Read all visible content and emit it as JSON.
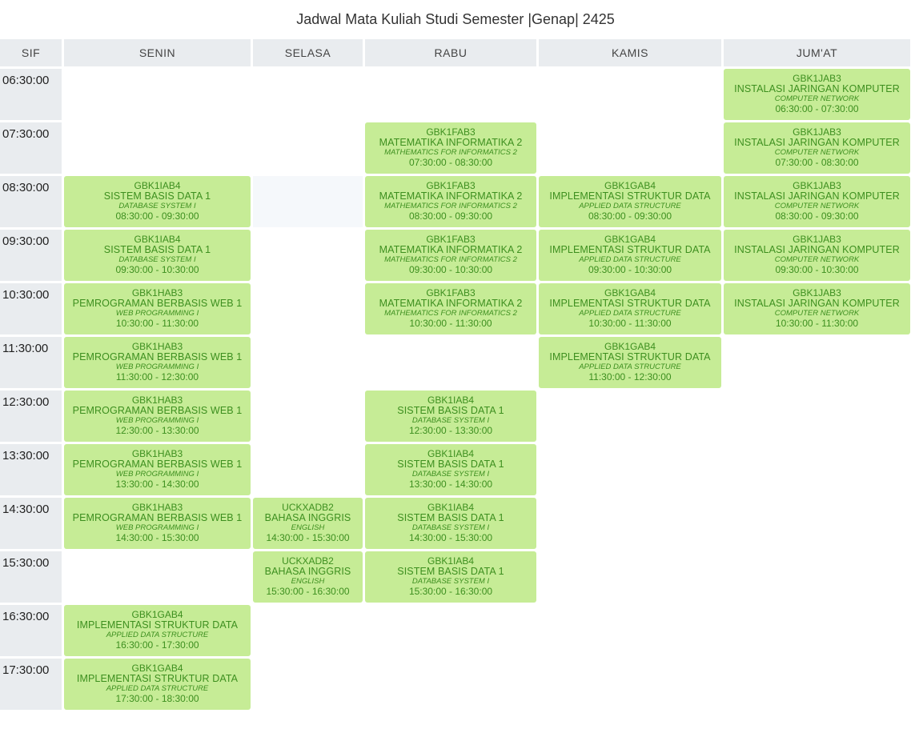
{
  "title": "Jadwal Mata Kuliah Studi Semester |Genap| 2425",
  "headers": [
    "SIF",
    "SENIN",
    "SELASA",
    "RABU",
    "KAMIS",
    "JUM'AT"
  ],
  "rows": [
    {
      "time": "06:30:00",
      "cells": [
        null,
        null,
        null,
        null,
        {
          "code": "GBK1JAB3",
          "name": "INSTALASI JARINGAN KOMPUTER",
          "en": "COMPUTER NETWORK",
          "time": "06:30:00 - 07:30:00"
        }
      ]
    },
    {
      "time": "07:30:00",
      "cells": [
        null,
        null,
        {
          "code": "GBK1FAB3",
          "name": "MATEMATIKA INFORMATIKA 2",
          "en": "MATHEMATICS FOR INFORMATICS 2",
          "time": "07:30:00 - 08:30:00"
        },
        null,
        {
          "code": "GBK1JAB3",
          "name": "INSTALASI JARINGAN KOMPUTER",
          "en": "COMPUTER NETWORK",
          "time": "07:30:00 - 08:30:00"
        }
      ]
    },
    {
      "time": "08:30:00",
      "cells": [
        {
          "code": "GBK1IAB4",
          "name": "SISTEM BASIS DATA 1",
          "en": "DATABASE SYSTEM I",
          "time": "08:30:00 - 09:30:00"
        },
        null,
        {
          "code": "GBK1FAB3",
          "name": "MATEMATIKA INFORMATIKA 2",
          "en": "MATHEMATICS FOR INFORMATICS 2",
          "time": "08:30:00 - 09:30:00"
        },
        {
          "code": "GBK1GAB4",
          "name": "IMPLEMENTASI STRUKTUR DATA",
          "en": "APPLIED DATA STRUCTURE",
          "time": "08:30:00 - 09:30:00"
        },
        {
          "code": "GBK1JAB3",
          "name": "INSTALASI JARINGAN KOMPUTER",
          "en": "COMPUTER NETWORK",
          "time": "08:30:00 - 09:30:00"
        }
      ]
    },
    {
      "time": "09:30:00",
      "cells": [
        {
          "code": "GBK1IAB4",
          "name": "SISTEM BASIS DATA 1",
          "en": "DATABASE SYSTEM I",
          "time": "09:30:00 - 10:30:00"
        },
        null,
        {
          "code": "GBK1FAB3",
          "name": "MATEMATIKA INFORMATIKA 2",
          "en": "MATHEMATICS FOR INFORMATICS 2",
          "time": "09:30:00 - 10:30:00"
        },
        {
          "code": "GBK1GAB4",
          "name": "IMPLEMENTASI STRUKTUR DATA",
          "en": "APPLIED DATA STRUCTURE",
          "time": "09:30:00 - 10:30:00"
        },
        {
          "code": "GBK1JAB3",
          "name": "INSTALASI JARINGAN KOMPUTER",
          "en": "COMPUTER NETWORK",
          "time": "09:30:00 - 10:30:00"
        }
      ]
    },
    {
      "time": "10:30:00",
      "cells": [
        {
          "code": "GBK1HAB3",
          "name": "PEMROGRAMAN BERBASIS WEB 1",
          "en": "WEB PROGRAMMING I",
          "time": "10:30:00 - 11:30:00"
        },
        null,
        {
          "code": "GBK1FAB3",
          "name": "MATEMATIKA INFORMATIKA 2",
          "en": "MATHEMATICS FOR INFORMATICS 2",
          "time": "10:30:00 - 11:30:00"
        },
        {
          "code": "GBK1GAB4",
          "name": "IMPLEMENTASI STRUKTUR DATA",
          "en": "APPLIED DATA STRUCTURE",
          "time": "10:30:00 - 11:30:00"
        },
        {
          "code": "GBK1JAB3",
          "name": "INSTALASI JARINGAN KOMPUTER",
          "en": "COMPUTER NETWORK",
          "time": "10:30:00 - 11:30:00"
        }
      ]
    },
    {
      "time": "11:30:00",
      "cells": [
        {
          "code": "GBK1HAB3",
          "name": "PEMROGRAMAN BERBASIS WEB 1",
          "en": "WEB PROGRAMMING I",
          "time": "11:30:00 - 12:30:00"
        },
        null,
        null,
        {
          "code": "GBK1GAB4",
          "name": "IMPLEMENTASI STRUKTUR DATA",
          "en": "APPLIED DATA STRUCTURE",
          "time": "11:30:00 - 12:30:00"
        },
        null
      ]
    },
    {
      "time": "12:30:00",
      "cells": [
        {
          "code": "GBK1HAB3",
          "name": "PEMROGRAMAN BERBASIS WEB 1",
          "en": "WEB PROGRAMMING I",
          "time": "12:30:00 - 13:30:00"
        },
        null,
        {
          "code": "GBK1IAB4",
          "name": "SISTEM BASIS DATA 1",
          "en": "DATABASE SYSTEM I",
          "time": "12:30:00 - 13:30:00"
        },
        null,
        null
      ]
    },
    {
      "time": "13:30:00",
      "cells": [
        {
          "code": "GBK1HAB3",
          "name": "PEMROGRAMAN BERBASIS WEB 1",
          "en": "WEB PROGRAMMING I",
          "time": "13:30:00 - 14:30:00"
        },
        null,
        {
          "code": "GBK1IAB4",
          "name": "SISTEM BASIS DATA 1",
          "en": "DATABASE SYSTEM I",
          "time": "13:30:00 - 14:30:00"
        },
        null,
        null
      ]
    },
    {
      "time": "14:30:00",
      "cells": [
        {
          "code": "GBK1HAB3",
          "name": "PEMROGRAMAN BERBASIS WEB 1",
          "en": "WEB PROGRAMMING I",
          "time": "14:30:00 - 15:30:00"
        },
        {
          "code": "UCKXADB2",
          "name": "BAHASA INGGRIS",
          "en": "ENGLISH",
          "time": "14:30:00 - 15:30:00"
        },
        {
          "code": "GBK1IAB4",
          "name": "SISTEM BASIS DATA 1",
          "en": "DATABASE SYSTEM I",
          "time": "14:30:00 - 15:30:00"
        },
        null,
        null
      ]
    },
    {
      "time": "15:30:00",
      "cells": [
        null,
        {
          "code": "UCKXADB2",
          "name": "BAHASA INGGRIS",
          "en": "ENGLISH",
          "time": "15:30:00 - 16:30:00"
        },
        {
          "code": "GBK1IAB4",
          "name": "SISTEM BASIS DATA 1",
          "en": "DATABASE SYSTEM I",
          "time": "15:30:00 - 16:30:00"
        },
        null,
        null
      ]
    },
    {
      "time": "16:30:00",
      "cells": [
        {
          "code": "GBK1GAB4",
          "name": "IMPLEMENTASI STRUKTUR DATA",
          "en": "APPLIED DATA STRUCTURE",
          "time": "16:30:00 - 17:30:00"
        },
        null,
        null,
        null,
        null
      ]
    },
    {
      "time": "17:30:00",
      "cells": [
        {
          "code": "GBK1GAB4",
          "name": "IMPLEMENTASI STRUKTUR DATA",
          "en": "APPLIED DATA STRUCTURE",
          "time": "17:30:00 - 18:30:00"
        },
        null,
        null,
        null,
        null
      ]
    }
  ]
}
